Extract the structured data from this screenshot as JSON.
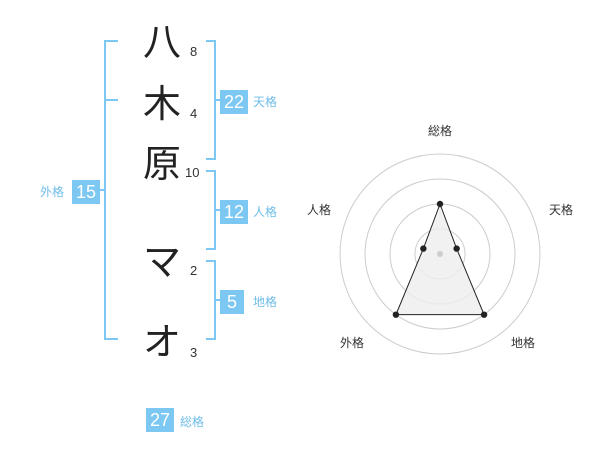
{
  "name": {
    "characters": [
      {
        "char": "八",
        "strokes": "8"
      },
      {
        "char": "木",
        "strokes": "4"
      },
      {
        "char": "原",
        "strokes": "10"
      },
      {
        "char": "マ",
        "strokes": "2"
      },
      {
        "char": "オ",
        "strokes": "3"
      }
    ]
  },
  "fortune": {
    "tenkaku": {
      "value": "22",
      "label": "天格"
    },
    "jinkaku": {
      "value": "12",
      "label": "人格"
    },
    "chikaku": {
      "value": "5",
      "label": "地格"
    },
    "gaikaku": {
      "value": "15",
      "label": "外格"
    },
    "soukaku": {
      "value": "27",
      "label": "総格"
    }
  },
  "radar": {
    "axes": [
      "総格",
      "天格",
      "地格",
      "外格",
      "人格"
    ],
    "values": [
      2,
      0.7,
      3,
      3,
      0.7
    ],
    "max": 4,
    "ring_color": "#cccccc",
    "fill_color": "#eeeeee",
    "line_color": "#222222"
  },
  "colors": {
    "accent": "#7dc8f2",
    "accent_text": "#6fbde9"
  }
}
